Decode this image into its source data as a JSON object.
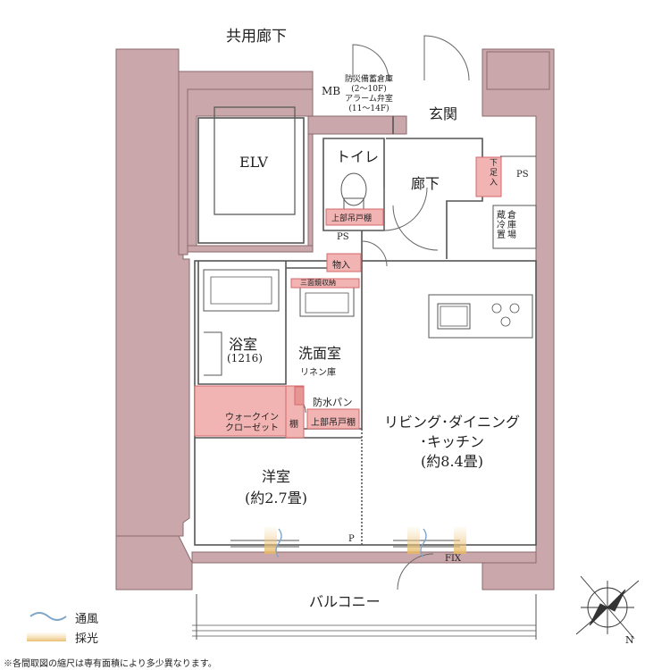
{
  "labels": {
    "corridor_common": "共用廊下",
    "mb": "MB",
    "disaster_storage": [
      "防災備蓄倉庫",
      "(2〜10F)",
      "アラーム弁室",
      "(11〜14F)"
    ],
    "entrance": "玄関",
    "elv": "ELV",
    "toilet": "トイレ",
    "hallway": "廊下",
    "shoe_box": [
      "下",
      "足",
      "入"
    ],
    "ps_top": "PS",
    "hanging_shelf_toilet": "上部吊戸棚",
    "storage_warehouse": [
      "倉",
      "庫",
      "冷",
      "蔵",
      "置",
      "場"
    ],
    "ps_mid": "PS",
    "storage": "物入",
    "mirror_storage": "三面鏡収納",
    "bathroom": "浴室",
    "bathroom_size": "(1216)",
    "washroom": "洗面室",
    "linen": "リネン庫",
    "waterproof_pan": "防水パン",
    "hanging_shelf_wash": "上部吊戸棚",
    "walkin_closet": [
      "ウォークイン",
      "クローゼット"
    ],
    "shelf": "棚",
    "ldk": [
      "リビング･ダイニング",
      "･キッチン",
      "(約8.4畳)"
    ],
    "western_room": [
      "洋室",
      "(約2.7畳)"
    ],
    "p_mark": "P",
    "fix": "FIX",
    "balcony": "バルコニー",
    "compass_n": "N",
    "legend_ventilation": "通風",
    "legend_light": "採光",
    "footnote": "※各間取図の縮尺は専有面積により多少異なります。"
  },
  "colors": {
    "wall": "#c9a7ab",
    "wall_stroke": "#8a6a6e",
    "pink_fill": "#f2b3b3",
    "pink_stroke": "#d46a6a",
    "line": "#555555",
    "ventilation": "#7fa6c8",
    "light": "#e8c98a"
  }
}
